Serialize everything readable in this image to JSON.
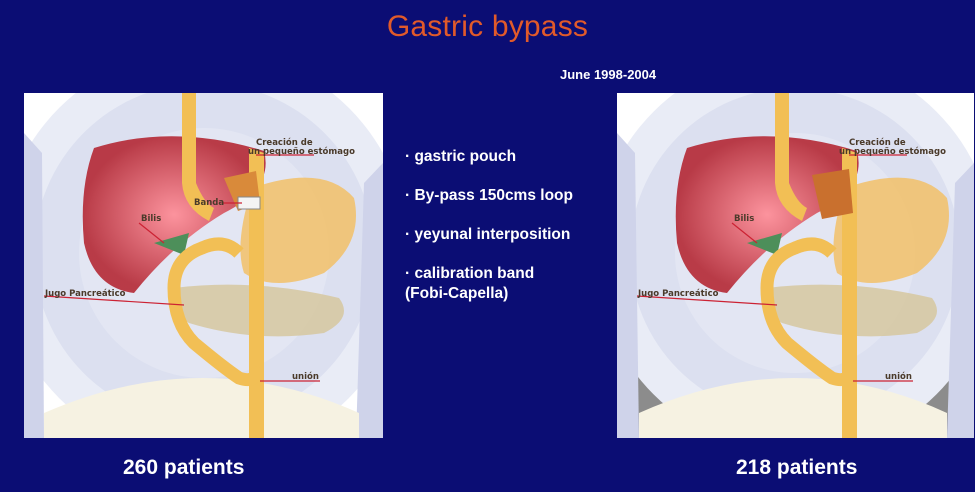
{
  "slide": {
    "title": "Gastric bypass",
    "subtitle": "June 1998-2004",
    "bullets": [
      "· gastric pouch",
      "· By-pass 150cms loop",
      "· yeyunal interposition",
      "· calibration band",
      "(Fobi-Capella)"
    ],
    "captions": {
      "left": "260 patients",
      "right": "218 patients"
    }
  },
  "diagram_left": {
    "labels": {
      "stomach_note_1": "Creación de",
      "stomach_note_2": "un pequeño estómago",
      "band": "Banda",
      "bile": "Bilis",
      "pancreatic": "Jugo Pancreático",
      "union": "unión"
    }
  },
  "diagram_right": {
    "labels": {
      "stomach_note_1": "Creación de",
      "stomach_note_2": "un pequeño estómago",
      "bile": "Bilis",
      "pancreatic": "Jugo Pancreático",
      "union": "unión"
    }
  },
  "colors": {
    "background": "#0b0d74",
    "title": "#e15a2a",
    "text": "#ffffff",
    "liver": "#b8323a",
    "intestine": "#f2bf55",
    "pancreas": "#c9b58a"
  }
}
